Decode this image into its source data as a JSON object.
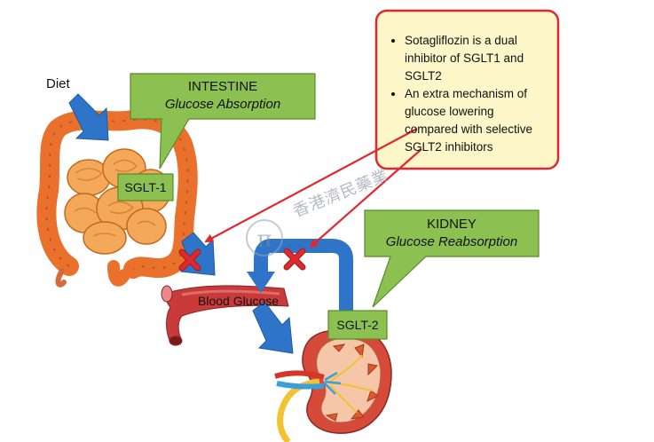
{
  "diet_label": "Diet",
  "intestine": {
    "title": "INTESTINE",
    "subtitle": "Glucose Absorption",
    "transporter": "SGLT-1"
  },
  "kidney": {
    "title": "KIDNEY",
    "subtitle": "Glucose Reabsorption",
    "transporter": "SGLT-2"
  },
  "blood_label": "Blood Glucose",
  "note": {
    "bullets": [
      "Sotagliflozin is a dual inhibitor of SGLT1 and SGLT2",
      "An extra mechanism of glucose lowering compared with selective SGLT2 inhibitors"
    ]
  },
  "watermark": {
    "text": "香港濟民藥業",
    "logo_glyph": "π"
  },
  "colors": {
    "callout_green": "#8cc152",
    "note_fill": "#fdf6c8",
    "note_border": "#e0282e",
    "arrow_blue": "#2e75c9",
    "inhibit_red": "#e0282e",
    "intestine_orange": "#e9712c",
    "vessel_red": "#c93a3a"
  },
  "icons": [
    "x-mark-icon",
    "arrow-icon",
    "intestine-illustration",
    "kidney-illustration",
    "blood-vessel-illustration",
    "pi-logo-icon"
  ]
}
